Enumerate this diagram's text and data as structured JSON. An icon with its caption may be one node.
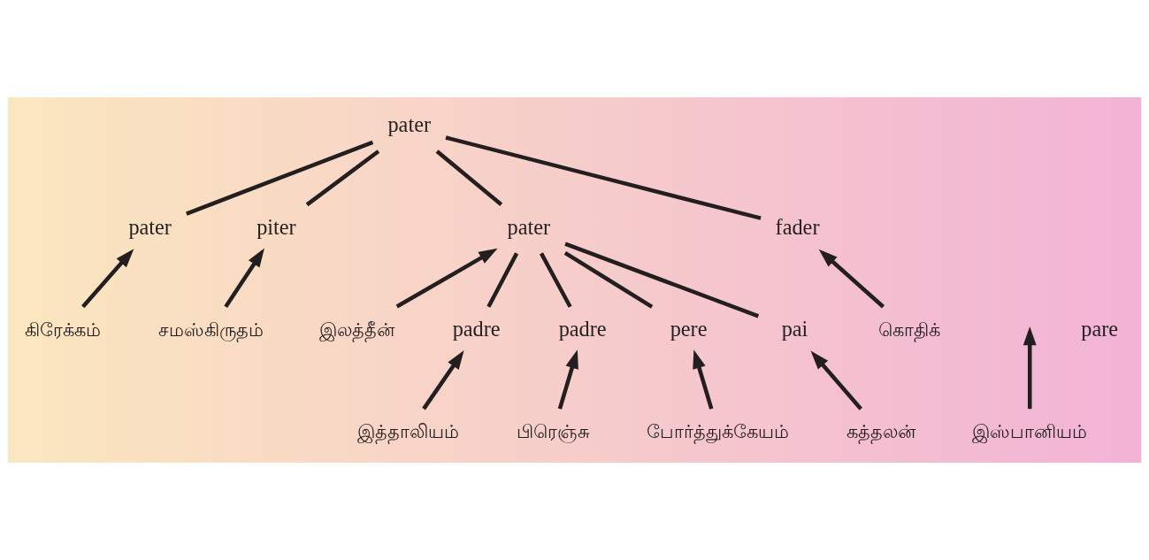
{
  "diagram": {
    "nodes": [
      {
        "text": [
          "pater"
        ]
      },
      {
        "text": [
          "pater"
        ]
      },
      {
        "text": [
          "piter"
        ]
      },
      {
        "text": [
          "pater"
        ]
      },
      {
        "text": [
          "fader"
        ]
      },
      {
        "text": [
          "கிரேக்கம்"
        ]
      },
      {
        "text": [
          "சமஸ்கிருதம்"
        ]
      },
      {
        "text": [
          "இலத்தீன்"
        ]
      },
      {
        "text": [
          "கொதிக்"
        ]
      },
      {
        "text": [
          "padre"
        ]
      },
      {
        "text": [
          "padre"
        ]
      },
      {
        "text": [
          "pere"
        ]
      },
      {
        "text": [
          "pai"
        ]
      },
      {
        "text": [
          "இத்தாலியம்"
        ]
      },
      {
        "text": [
          "இஸ்பானியம்"
        ]
      },
      {
        "text": [
          "பிரெஞ்சு"
        ]
      },
      {
        "text": [
          "போர்த்துக்கேயம்"
        ]
      },
      {
        "text": [
          "கத்தலன்"
        ]
      }
    ],
    "edges": [
      {
        "from": 0,
        "to": 1,
        "arrow": "none"
      },
      {
        "from": 0,
        "to": 2,
        "arrow": "none"
      },
      {
        "from": 0,
        "to": 3,
        "arrow": "none"
      },
      {
        "from": 0,
        "to": 4,
        "arrow": "none"
      },
      {
        "from": 5,
        "to": 1,
        "arrow": "to"
      },
      {
        "from": 6,
        "to": 2,
        "arrow": "to"
      },
      {
        "from": 8,
        "to": 4,
        "arrow": "to"
      },
      {
        "from": 3,
        "to": 9,
        "arrow": "none"
      },
      {
        "from": 3,
        "to": 10,
        "arrow": "none"
      },
      {
        "from": 3,
        "to": 11,
        "arrow": "none"
      },
      {
        "from": 3,
        "to": 12,
        "arrow": "none"
      },
      {
        "from": 7,
        "to": 3,
        "arrow": "to"
      },
      {
        "from": 13,
        "to": 9,
        "arrow": "to"
      },
      {
        "from": 14,
        "to": null,
        "arrow": "to"
      },
      {
        "from": 15,
        "to": 10,
        "arrow": "to"
      },
      {
        "from": 16,
        "to": 11,
        "arrow": "to"
      },
      {
        "from": 17,
        "to": 12,
        "arrow": "to"
      }
    ],
    "labels": [
      "pare"
    ]
  }
}
